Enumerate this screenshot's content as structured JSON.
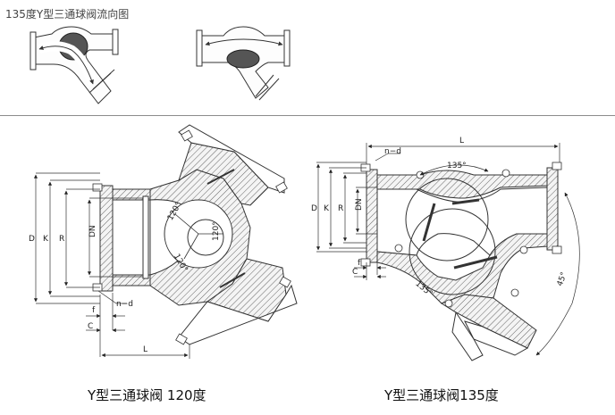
{
  "header": {
    "title": "135度Y型三通球阀流向图"
  },
  "captions": {
    "left": "Y型三通球阀 120度",
    "right": "Y型三通球阀135度"
  },
  "left_drawing": {
    "dims": {
      "d": "D",
      "k": "K",
      "r": "R",
      "dn": "DN",
      "nd": "n−d",
      "f": "f",
      "c": "C",
      "l": "L"
    },
    "angles": [
      "120°",
      "120°",
      "120°"
    ]
  },
  "right_drawing": {
    "dims": {
      "l": "L",
      "nd": "n−d",
      "d": "D",
      "k": "K",
      "r": "R",
      "dn": "DN",
      "f": "f",
      "c": "C"
    },
    "angles": [
      "135°",
      "135°",
      "45°"
    ]
  }
}
